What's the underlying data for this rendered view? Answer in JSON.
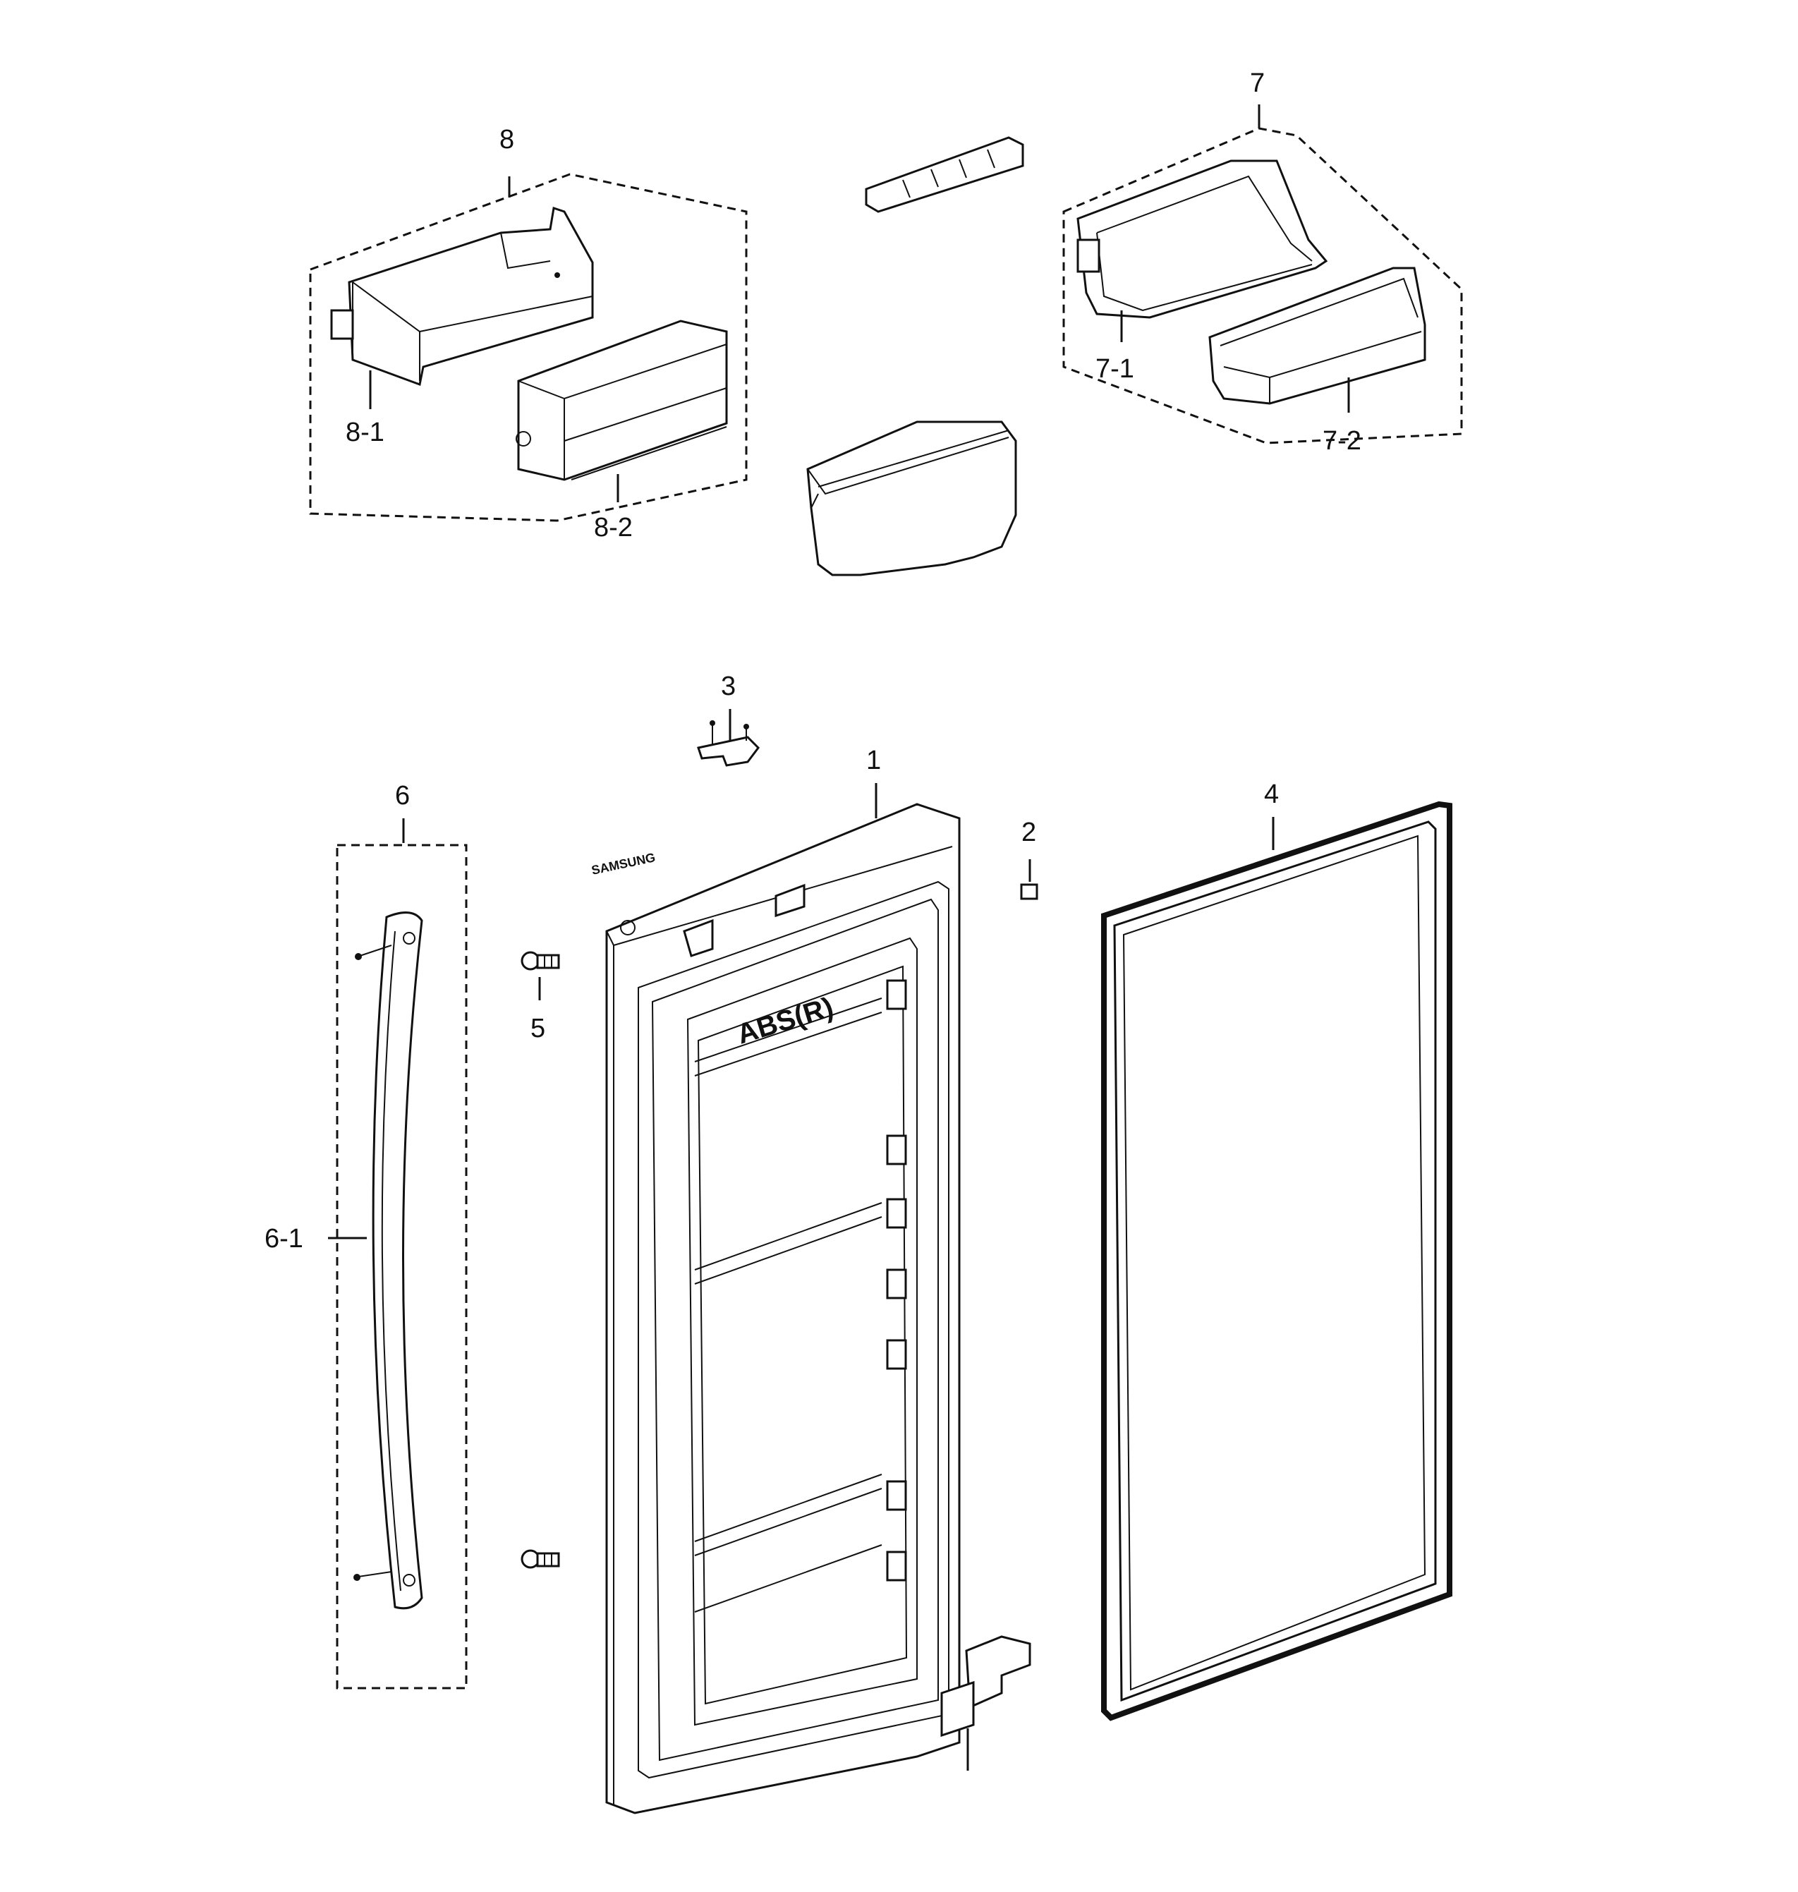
{
  "labels": {
    "l1": "1",
    "l2": "2",
    "l3": "3",
    "l4": "4",
    "l5": "5",
    "l6": "6",
    "l6_1": "6-1",
    "l7": "7",
    "l7_1": "7-1",
    "l7_2": "7-2",
    "l8": "8",
    "l8_1": "8-1",
    "l8_2": "8-2"
  },
  "embossed": {
    "liner": "ABS(R)",
    "logo": "SAMSUNG"
  },
  "colors": {
    "line": "#111111",
    "background": "#ffffff"
  }
}
